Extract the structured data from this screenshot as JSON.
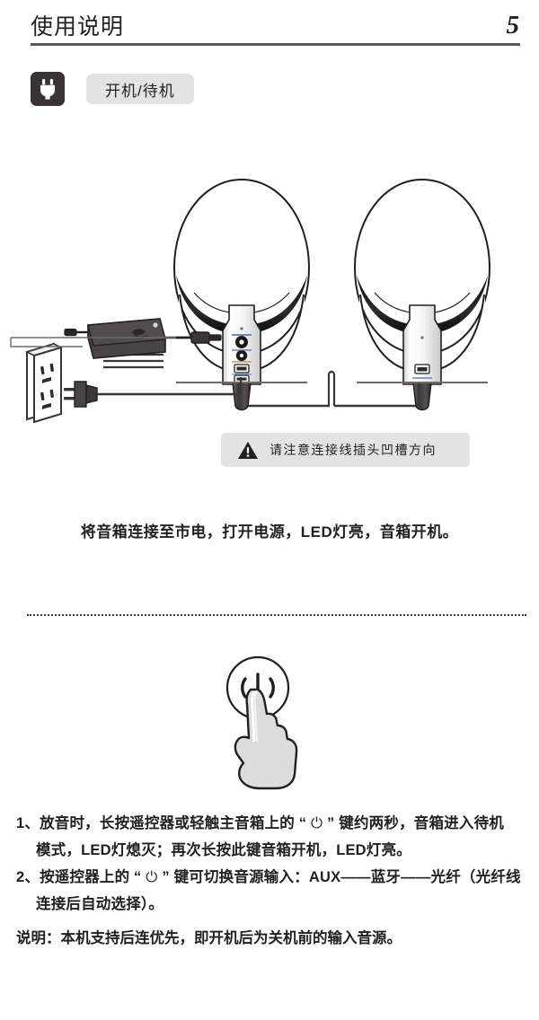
{
  "header": {
    "title": "使用说明",
    "page_number": "5"
  },
  "section": {
    "icon_name": "power-plug-icon",
    "label": "开机/待机",
    "badge_bg": "#3a3233",
    "pill_bg": "#e3e3e3"
  },
  "figure_connect": {
    "name": "speaker-power-connection-diagram",
    "parts": [
      {
        "name": "wall-outlet",
        "label": ""
      },
      {
        "name": "ac-plug",
        "label": ""
      },
      {
        "name": "power-adapter-brick",
        "label": ""
      },
      {
        "name": "left-speaker",
        "label": ""
      },
      {
        "name": "right-speaker",
        "label": ""
      },
      {
        "name": "speaker-link-cable",
        "label": ""
      }
    ]
  },
  "warning": {
    "icon_name": "warning-triangle-icon",
    "text": "请注意连接线插头凹槽方向",
    "bg": "#e3e3e3"
  },
  "caption": {
    "text": "将音箱连接至市电，打开电源，LED灯亮，音箱开机。"
  },
  "figure_hand": {
    "name": "finger-press-power-button",
    "button_icon": "power-symbol-icon"
  },
  "instructions": {
    "item1_marker": "1、",
    "item1_a": "放音时，长按遥控器或轻触主音箱上的 “ ",
    "item1_glyph": "⏻",
    "item1_b": " ” 键约两秒，音箱进入待机模式，LED灯熄灭；再次长按此键音箱开机，LED灯亮。",
    "item2_marker": "2、",
    "item2_a": "按遥控器上的 “ ",
    "item2_glyph": "⏻",
    "item2_b": " ” 键可切换音源输入：AUX——蓝牙——光纤（光纤线连接后自动选择）。",
    "note": "说明：本机支持后连优先，即开机后为关机前的输入音源。"
  },
  "colors": {
    "ink": "#231f20",
    "rule": "#58595b",
    "panel_gray": "#e3e3e3",
    "adapter": "#4a4445"
  }
}
